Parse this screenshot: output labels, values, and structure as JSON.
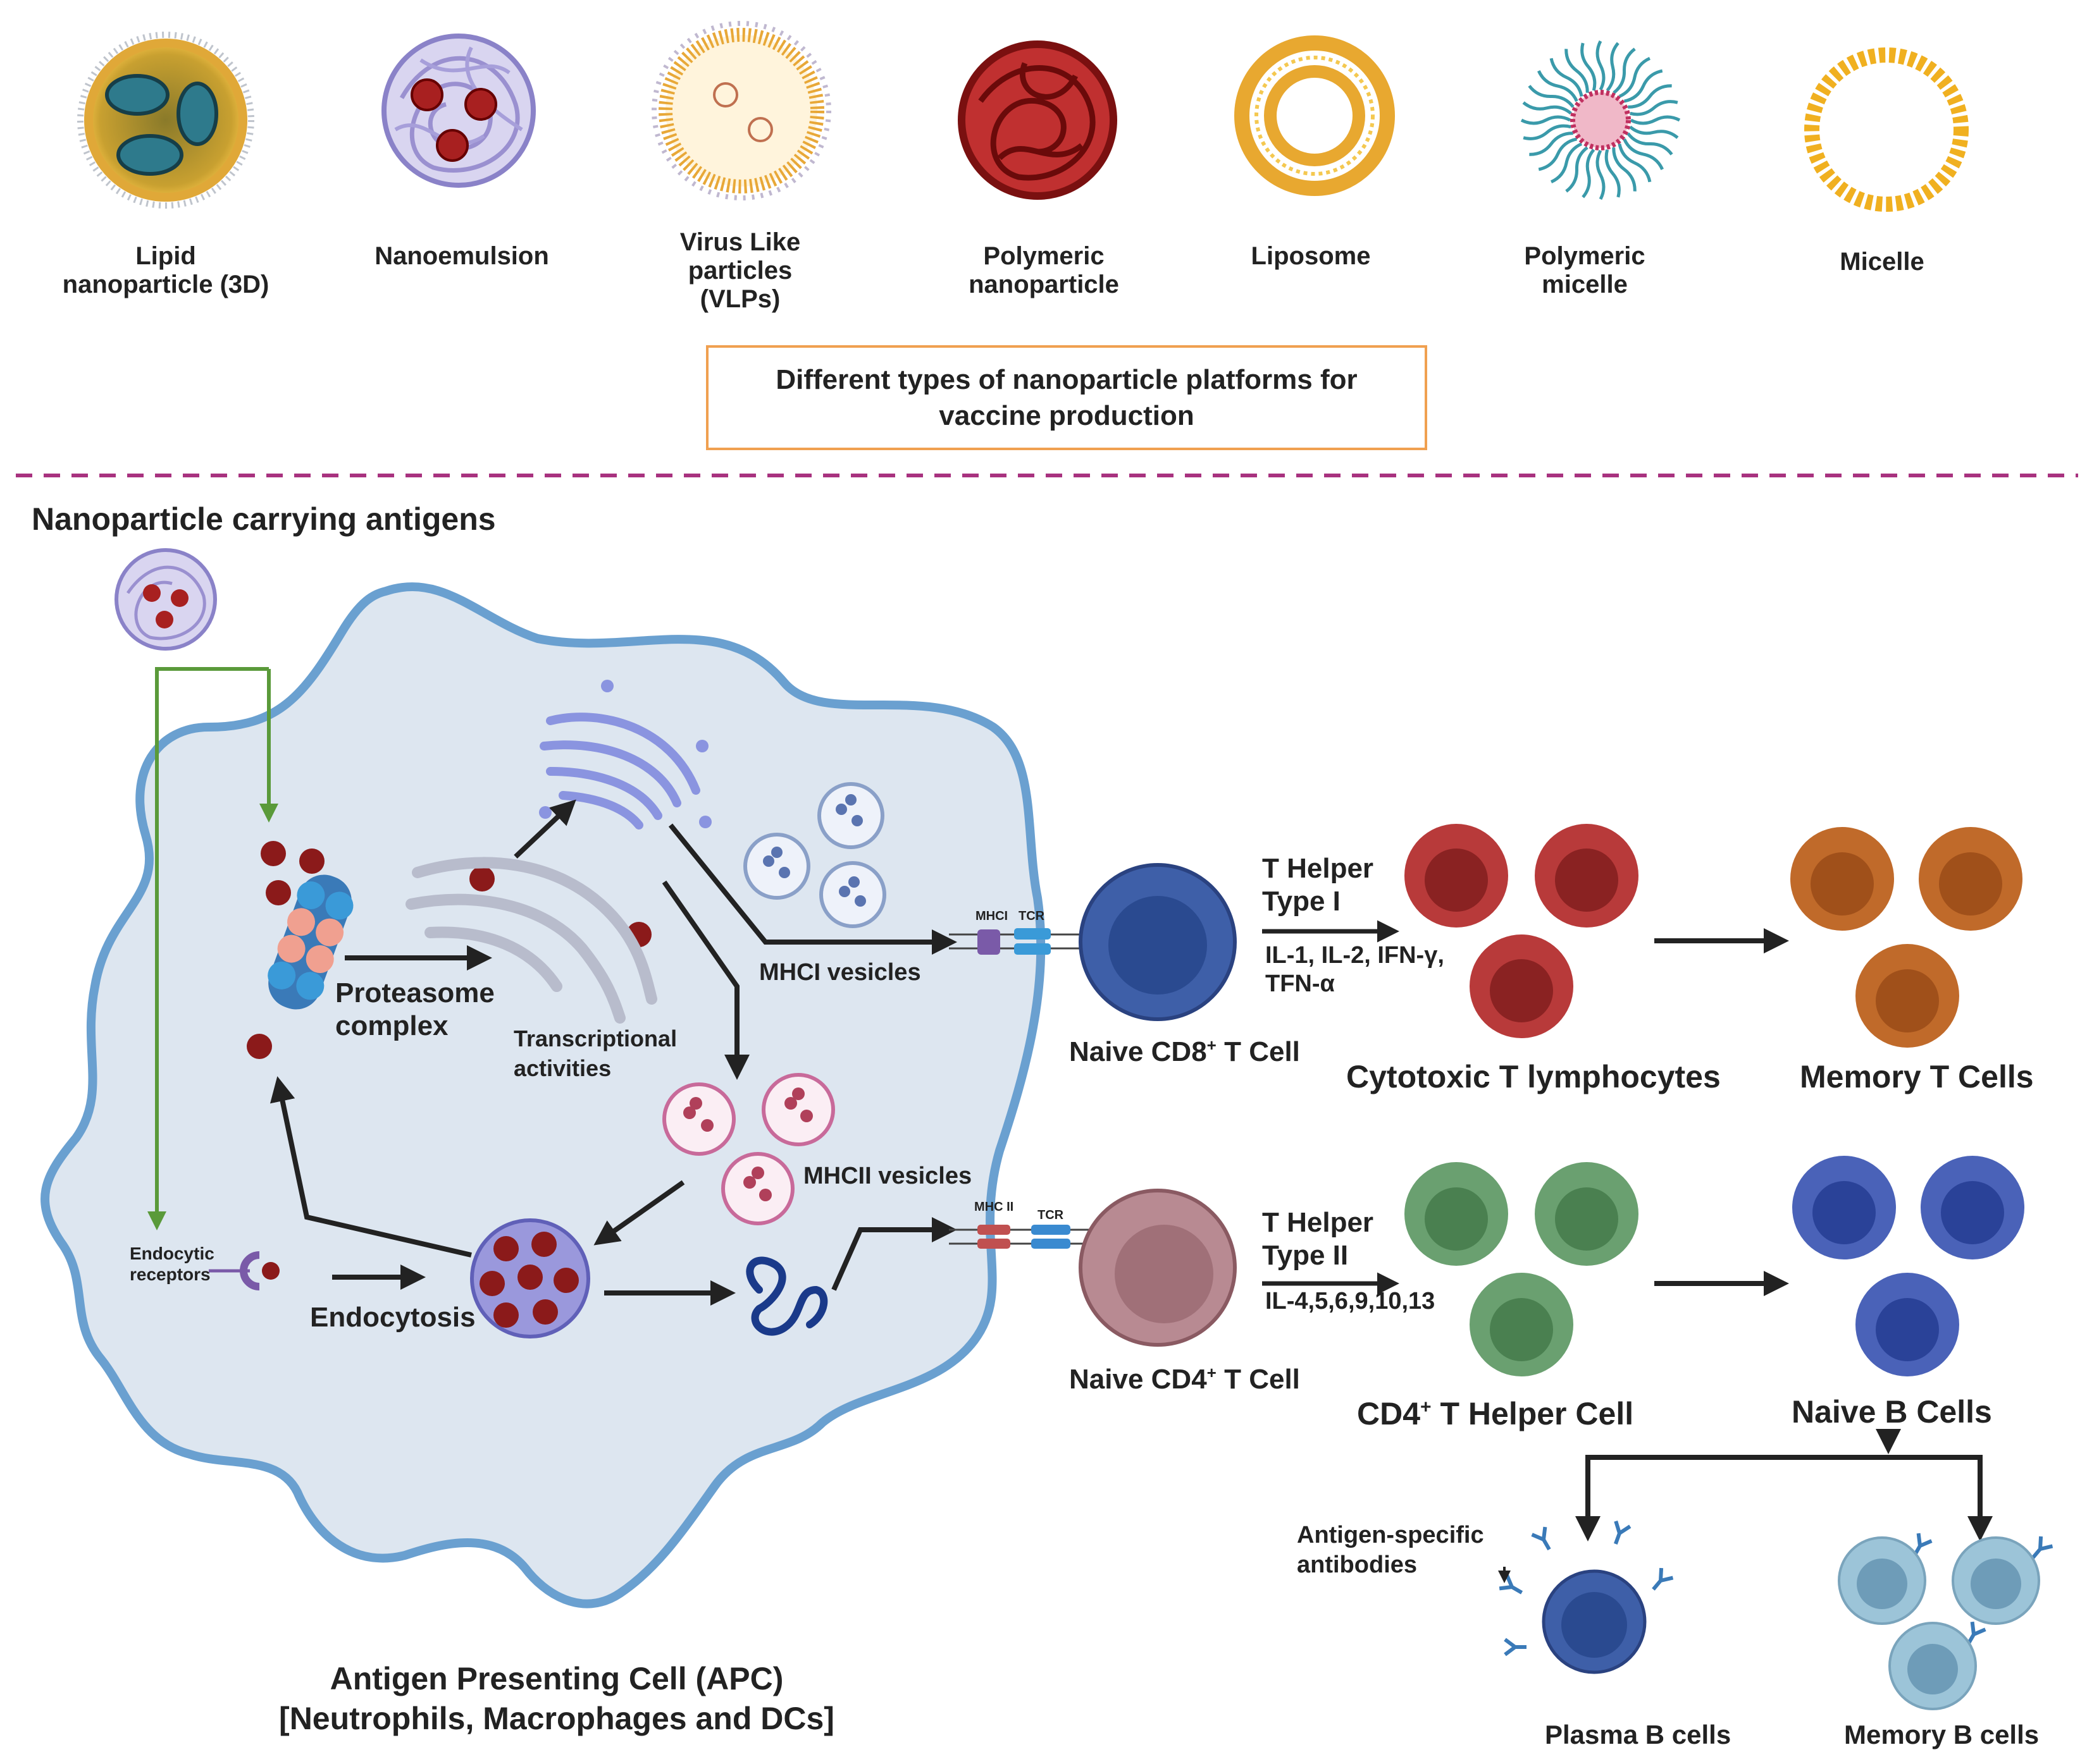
{
  "platforms": {
    "items": [
      {
        "line1": "Lipid",
        "line2": "nanoparticle (3D)"
      },
      {
        "line1": "Nanoemulsion"
      },
      {
        "line1": "Virus Like",
        "line2": "particles",
        "line3": "(VLPs)"
      },
      {
        "line1": "Polymeric",
        "line2": "nanoparticle"
      },
      {
        "line1": "Liposome"
      },
      {
        "line1": "Polymeric",
        "line2": "micelle"
      },
      {
        "line1": "Micelle"
      }
    ],
    "box_line1": "Different types of nanoparticle platforms for",
    "box_line2": "vaccine production"
  },
  "apc": {
    "np_heading": "Nanoparticle carrying antigens",
    "proteasome_1": "Proteasome",
    "proteasome_2": "complex",
    "transcription_1": "Transcriptional",
    "transcription_2": "activities",
    "mhc1_vesicles": "MHCI vesicles",
    "mhc2_vesicles": "MHCII vesicles",
    "endocytic_1": "Endocytic",
    "endocytic_2": "receptors",
    "endocytosis": "Endocytosis",
    "title_1": "Antigen Presenting Cell (APC)",
    "title_2": "[Neutrophils, Macrophages and DCs]"
  },
  "receptors": {
    "mhc1": "MHCI",
    "tcr": "TCR",
    "mhc2": "MHC II"
  },
  "tcells": {
    "cd8": "Naive CD8",
    "cd4": "Naive CD4",
    "sup": "+",
    "t_cell": "T Cell",
    "th1_1": "T Helper",
    "th1_2": "Type I",
    "th1_cyt1": "IL-1, IL-2, IFN-γ,",
    "th1_cyt2": "TFN-α",
    "th2_1": "T Helper",
    "th2_2": "Type II",
    "th2_cyt": "IL-4,5,6,9,10,13",
    "ctl": "Cytotoxic T lymphocytes",
    "memory_t": "Memory T Cells",
    "cd4_helper": "CD4",
    "helper_cell": "T Helper Cell",
    "naive_b": "Naive B Cells",
    "antibody_1": "Antigen-specific",
    "antibody_2": "antibodies",
    "plasma_b": "Plasma B cells",
    "memory_b": "Memory B cells"
  },
  "colors": {
    "divider": "#a8327f",
    "box_border": "#f0a050",
    "apc_fill": "#dde6f0",
    "apc_stroke": "#6aa0d0",
    "antigen": "#8b1a1a",
    "path_green": "#5a9a3a",
    "cd8_cell": "#3e5fa8",
    "cd4_cell": "#b88a92",
    "ctl_cell": "#b83a3a",
    "memory_t_cell": "#c06a2a",
    "helper_cell": "#6aa070",
    "naive_b_cell": "#4a62b8",
    "memory_b_cell": "#9cc4d8"
  }
}
